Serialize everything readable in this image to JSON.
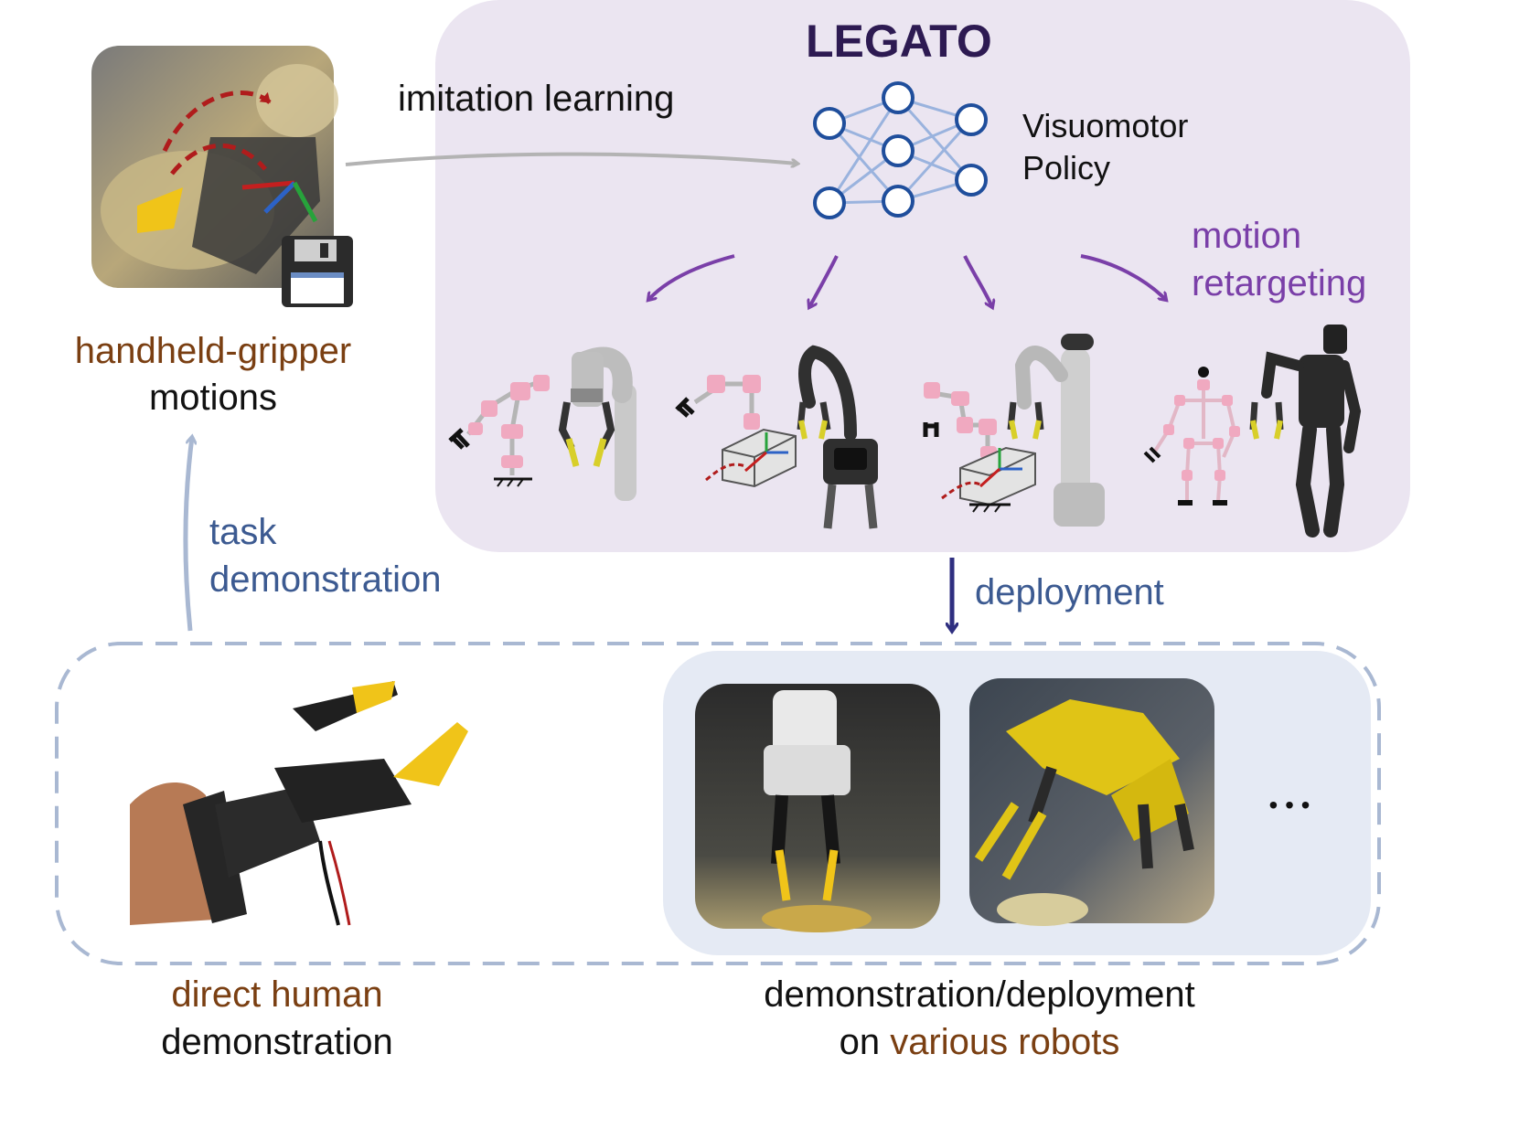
{
  "title": "LEGATO",
  "policy": {
    "line1": "Visuomotor",
    "line2": "Policy"
  },
  "edges": {
    "imitation": "imitation learning",
    "retarget_line1": "motion",
    "retarget_line2": "retargeting",
    "deployment": "deployment",
    "task_line1": "task",
    "task_line2": "demonstration"
  },
  "handheld": {
    "highlight": "handheld-gripper",
    "rest": "motions"
  },
  "direct": {
    "highlight": "direct human",
    "rest": "demonstration"
  },
  "robots": {
    "line1": "demonstration/deployment",
    "prefix": "on ",
    "highlight": "various robots"
  },
  "ellipsis": "• • •",
  "colors": {
    "panel": "#ebe5f1",
    "title": "#2d1a52",
    "brown": "#7a3f12",
    "purple": "#7a3fa8",
    "blue_text": "#3c5a91",
    "deploy_arrow": "#2f2f80",
    "gray_arrow": "#b3b3b3",
    "dash": "#a9b8d2",
    "robot_panel": "#e5eaf4",
    "net_node": "#1f4e9c",
    "net_edge": "#9ab3de"
  }
}
